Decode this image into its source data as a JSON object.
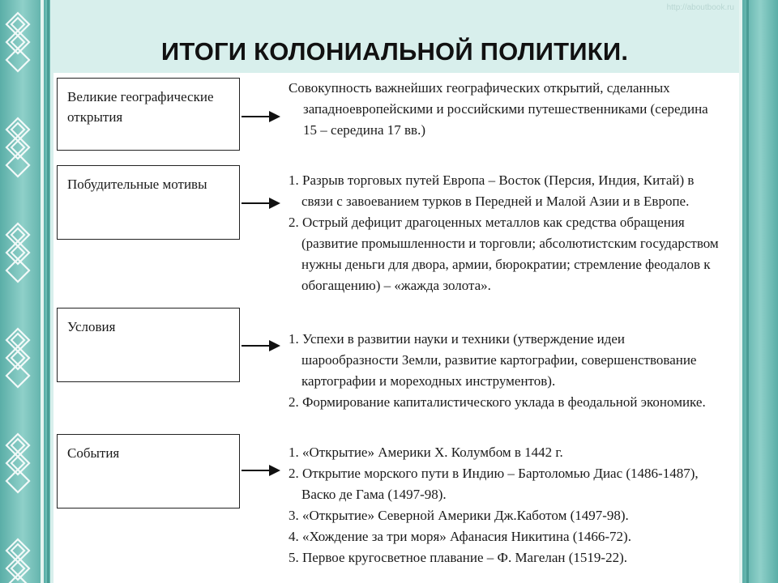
{
  "watermark": "http://aboutbook.ru",
  "title": "ИТОГИ КОЛОНИАЛЬНОЙ  ПОЛИТИКИ.",
  "rows": [
    {
      "label_lines": [
        "Великие географические",
        "открытия"
      ],
      "desc_lines": [
        "Совокупность важнейших географических открытий, сделанных",
        "западноевропейскими и российскими путешественниками (середина",
        "15 – середина 17 вв.)"
      ]
    },
    {
      "label_lines": [
        "Побудительные мотивы"
      ],
      "desc_lines": [
        "1. Разрыв торговых путей Европа – Восток (Персия, Индия, Китай) в",
        "связи с завоеванием турков в Передней и Малой Азии и в Европе.",
        "2. Острый дефицит драгоценных металлов как средства обращения",
        "(развитие промышленности и торговли; абсолютистским государством",
        "нужны деньги для двора,  армии, бюрократии; стремление феодалов к",
        "обогащению) – «жажда золота»."
      ]
    },
    {
      "label_lines": [
        "Условия"
      ],
      "desc_lines": [
        "1. Успехи в развитии науки и техники (утверждение идеи",
        "шарообразности Земли, развитие картографии, совершенствование",
        "картографии и мореходных инструментов).",
        "2. Формирование капиталистического уклада в феодальной экономике."
      ]
    },
    {
      "label_lines": [
        "События"
      ],
      "desc_lines": [
        "1. «Открытие» Америки Х. Колумбом в 1442 г.",
        "2. Открытие морского пути в Индию – Бартоломью Диас (1486-1487),",
        "Васко де Гама (1497-98).",
        "3. «Открытие» Северной Америки Дж.Каботом (1497-98).",
        "4. «Хождение за три моря» Афанасия Никитина (1466-72).",
        "5. Первое кругосветное плавание – Ф. Магелан (1519-22)."
      ]
    }
  ]
}
